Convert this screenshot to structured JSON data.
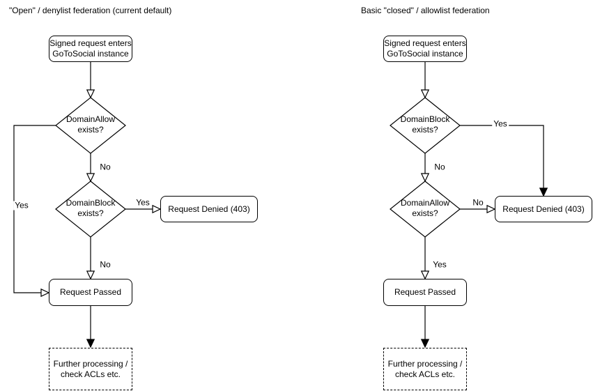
{
  "colors": {
    "background": "#ffffff",
    "stroke": "#000000",
    "text": "#000000"
  },
  "diagrams": {
    "left": {
      "title": "\"Open\" / denylist federation (current default)",
      "entry": "Signed request enters\nGoToSocial instance",
      "decision1": "DomainAllow\nexists?",
      "decision2": "DomainBlock\nexists?",
      "denied": "Request Denied (403)",
      "passed": "Request Passed",
      "further": "Further processing /\ncheck ACLs etc.",
      "labels": {
        "d1_yes": "Yes",
        "d1_no": "No",
        "d2_yes": "Yes",
        "d2_no": "No"
      }
    },
    "right": {
      "title": "Basic \"closed\" / allowlist federation",
      "entry": "Signed request enters\nGoToSocial instance",
      "decision1": "DomainBlock\nexists?",
      "decision2": "DomainAllow\nexists?",
      "denied": "Request Denied (403)",
      "passed": "Request Passed",
      "further": "Further processing /\ncheck ACLs etc.",
      "labels": {
        "d1_yes": "Yes",
        "d1_no": "No",
        "d2_no": "No",
        "d2_yes": "Yes"
      }
    }
  }
}
